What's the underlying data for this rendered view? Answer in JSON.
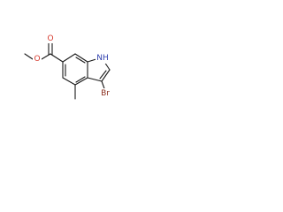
{
  "molecule": {
    "atoms": {
      "nh": "NH",
      "br": "Br",
      "o_carbonyl": "O",
      "o_ester": "O"
    },
    "colors": {
      "bond": "#1a1a1a",
      "nitrogen": "#2f3fae",
      "oxygen": "#d63b2f",
      "bromine": "#8b2f1e"
    }
  }
}
